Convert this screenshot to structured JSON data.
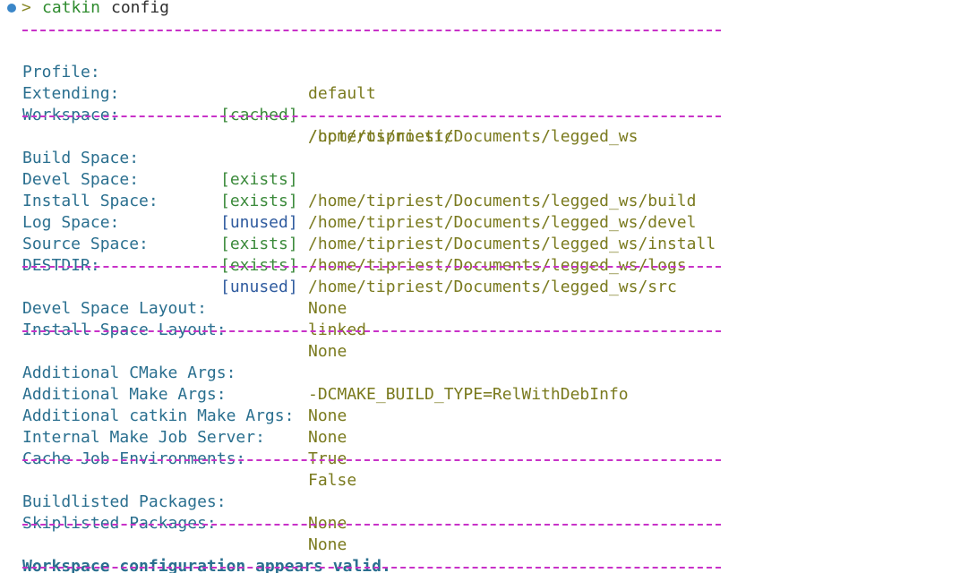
{
  "prompt": {
    "arrow": ">",
    "command": "catkin",
    "argument": "config"
  },
  "rows": [
    {
      "key": "Profile:",
      "tag": "",
      "value": "default"
    },
    {
      "key": "Extending:",
      "tag": "[cached]",
      "value": "/opt/ros/noetic"
    },
    {
      "key": "Workspace:",
      "tag": "",
      "value": "/home/tipriest/Documents/legged_ws"
    },
    {
      "key": "Build Space:",
      "tag": "[exists]",
      "value": "/home/tipriest/Documents/legged_ws/build"
    },
    {
      "key": "Devel Space:",
      "tag": "[exists]",
      "value": "/home/tipriest/Documents/legged_ws/devel"
    },
    {
      "key": "Install Space:",
      "tag": "[unused]",
      "value": "/home/tipriest/Documents/legged_ws/install"
    },
    {
      "key": "Log Space:",
      "tag": "[exists]",
      "value": "/home/tipriest/Documents/legged_ws/logs"
    },
    {
      "key": "Source Space:",
      "tag": "[exists]",
      "value": "/home/tipriest/Documents/legged_ws/src"
    },
    {
      "key": "DESTDIR:",
      "tag": "[unused]",
      "value": "None"
    },
    {
      "key": "Devel Space Layout:",
      "tag": "",
      "value": "linked"
    },
    {
      "key": "Install Space Layout:",
      "tag": "",
      "value": "None"
    },
    {
      "key": "Additional CMake Args:",
      "tag": "",
      "value": "-DCMAKE_BUILD_TYPE=RelWithDebInfo"
    },
    {
      "key": "Additional Make Args:",
      "tag": "",
      "value": "None"
    },
    {
      "key": "Additional catkin Make Args:",
      "tag": "",
      "value": "None"
    },
    {
      "key": "Internal Make Job Server:",
      "tag": "",
      "value": "True"
    },
    {
      "key": "Cache Job Environments:",
      "tag": "",
      "value": "False"
    },
    {
      "key": "Buildlisted Packages:",
      "tag": "",
      "value": "None"
    },
    {
      "key": "Skiplisted Packages:",
      "tag": "",
      "value": "None"
    }
  ],
  "summary": "Workspace configuration appears valid.",
  "colors": {
    "key": "#2a6f8f",
    "value": "#7a7a1e",
    "separator": "#c832c8",
    "tag_exists": "#3b8a3b",
    "tag_unused": "#2e5a9e",
    "prompt_dot": "#3a86c8"
  }
}
